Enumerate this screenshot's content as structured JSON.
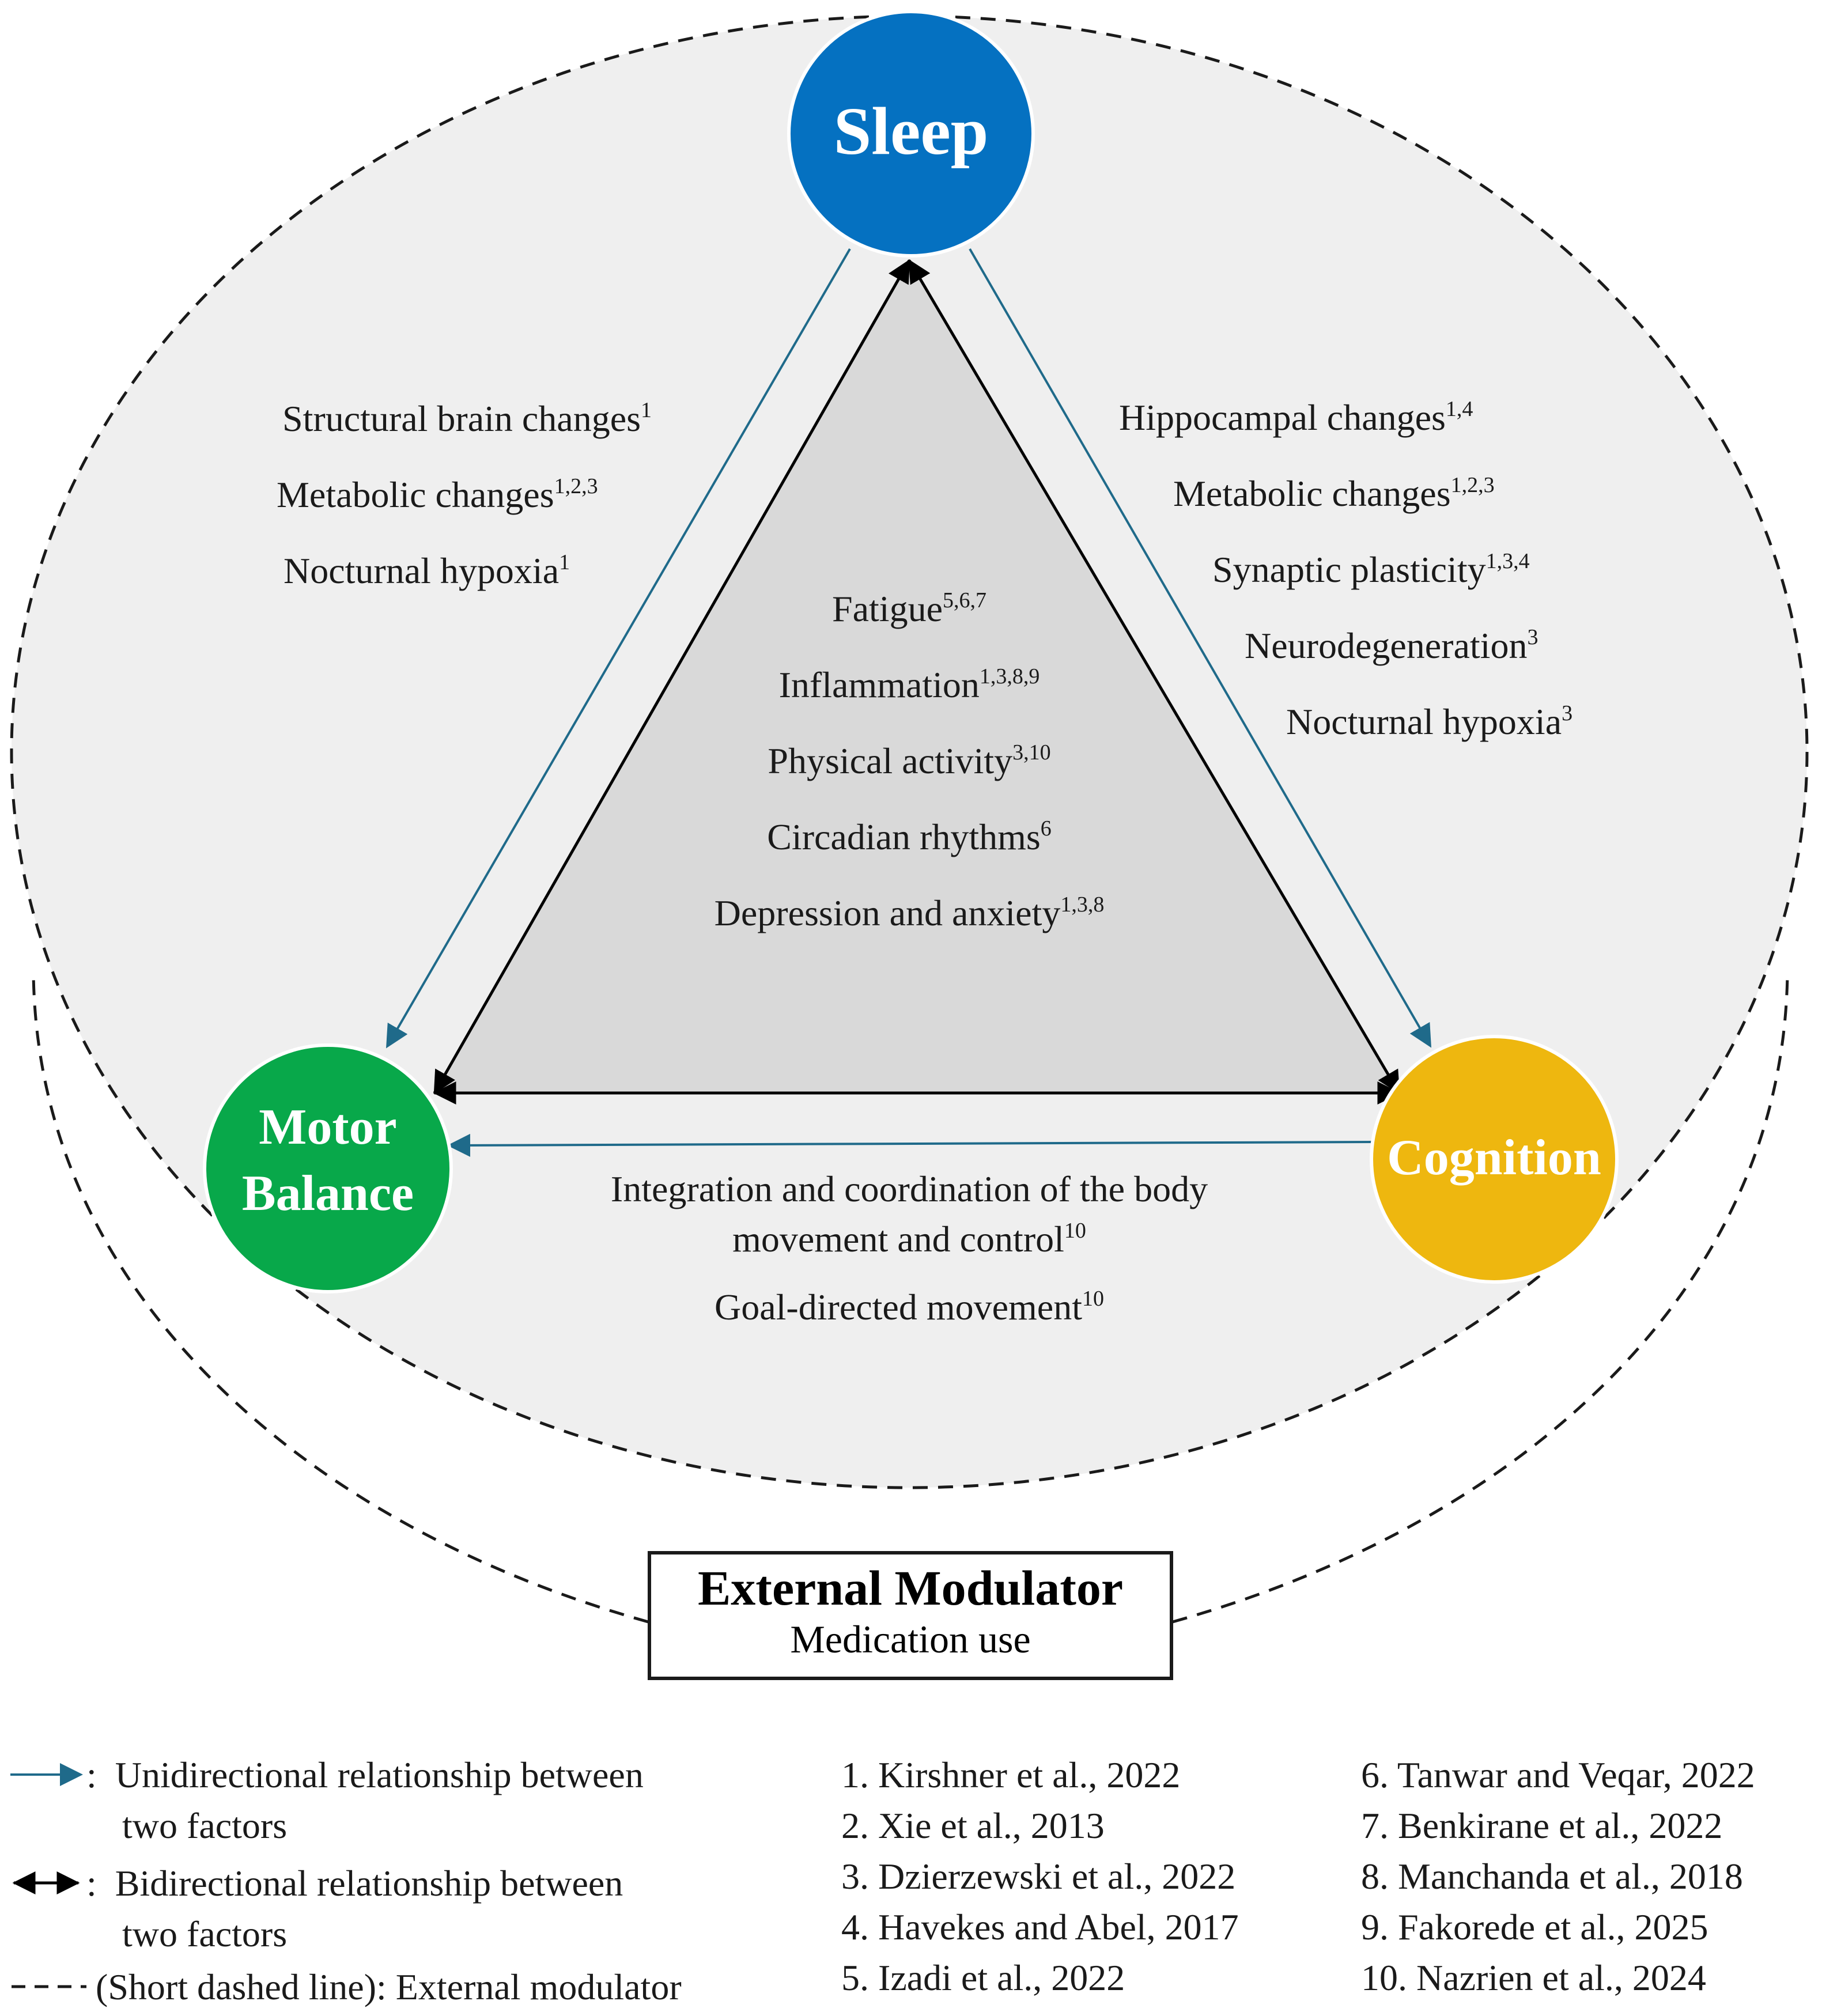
{
  "nodes": {
    "sleep": {
      "label": "Sleep",
      "color": "#0571C1"
    },
    "motor": {
      "label_line1": "Motor",
      "label_line2": "Balance",
      "color": "#08A84A"
    },
    "cognition": {
      "label": "Cognition",
      "color": "#EEB70F"
    }
  },
  "sleep_motor_factors": [
    {
      "text": "Structural brain changes",
      "refs": "1"
    },
    {
      "text": "Metabolic changes",
      "refs": "1,2,3"
    },
    {
      "text": "Nocturnal hypoxia",
      "refs": "1"
    }
  ],
  "sleep_cognition_factors": [
    {
      "text": "Hippocampal changes",
      "refs": "1,4"
    },
    {
      "text": "Metabolic changes",
      "refs": "1,2,3"
    },
    {
      "text": "Synaptic plasticity",
      "refs": "1,3,4"
    },
    {
      "text": "Neurodegeneration",
      "refs": "3"
    },
    {
      "text": "Nocturnal hypoxia",
      "refs": "3"
    }
  ],
  "shared_factors": [
    {
      "text": "Fatigue",
      "refs": "5,6,7"
    },
    {
      "text": "Inflammation",
      "refs": "1,3,8,9"
    },
    {
      "text": "Physical activity",
      "refs": "3,10"
    },
    {
      "text": "Circadian rhythms",
      "refs": "6"
    },
    {
      "text": "Depression and anxiety",
      "refs": "1,3,8"
    }
  ],
  "cognition_motor_factors": [
    {
      "text": "Integration and coordination of the body",
      "refs": ""
    },
    {
      "text": "movement and control",
      "refs": "10"
    },
    {
      "text": "Goal-directed movement",
      "refs": "10"
    }
  ],
  "external_modulator": {
    "title": "External Modulator",
    "subtitle": "Medication use"
  },
  "legend": {
    "unidirectional": {
      "line1": ":  Unidirectional relationship between",
      "line2": "two factors"
    },
    "bidirectional": {
      "line1": ":  Bidirectional relationship between",
      "line2": "two factors"
    },
    "dashed": {
      "text": "(Short dashed line): External modulator"
    }
  },
  "references": [
    "1. Kirshner et al., 2022",
    "2. Xie et al., 2013",
    "3. Dzierzewski et al., 2022",
    "4. Havekes and Abel, 2017",
    "5. Izadi et al., 2022",
    "6. Tanwar and Veqar, 2022",
    "7. Benkirane et al., 2022",
    "8. Manchanda et al., 2018",
    "9. Fakorede et al., 2025",
    "10. Nazrien et al., 2024"
  ],
  "colors": {
    "ellipse_fill": "#EFEFEF",
    "triangle_fill": "#D9D9D9",
    "unidirectional_arrow": "#1F6A8A",
    "bidirectional_arrow": "#000000"
  }
}
